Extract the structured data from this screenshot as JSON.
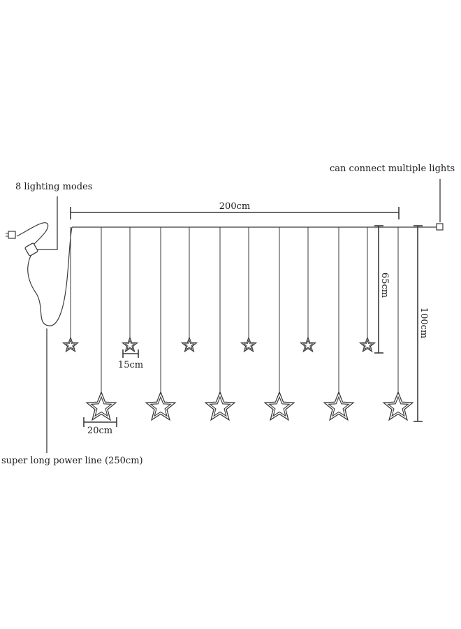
{
  "labels": {
    "lighting_modes": "8 lighting modes",
    "connect_multiple": "can connect multiple lights",
    "width": "200cm",
    "short_drop": "65cm",
    "long_drop": "100cm",
    "small_star": "15cm",
    "large_star": "20cm",
    "power_line": "super long power line (250cm)"
  },
  "strands": {
    "small_count": 6,
    "large_count": 6
  },
  "colors": {
    "line": "#3a3a3a",
    "text": "#1a1a1a",
    "background": "#ffffff"
  }
}
